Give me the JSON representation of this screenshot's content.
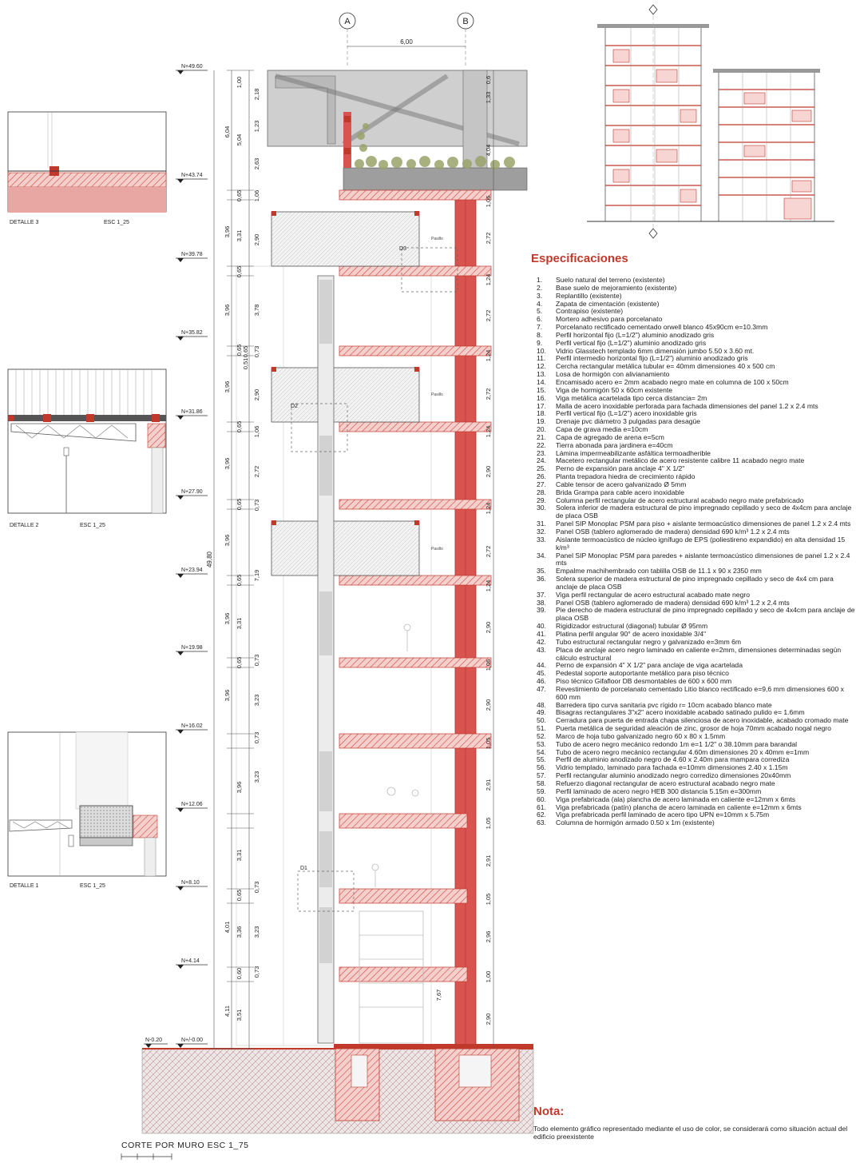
{
  "specs_title": "Especificaciones",
  "specs": [
    {
      "n": "1.",
      "t": "Suelo natural del terreno (existente)"
    },
    {
      "n": "2.",
      "t": "Base suelo de mejoramiento (existente)"
    },
    {
      "n": "3.",
      "t": "Replantillo (existente)"
    },
    {
      "n": "4.",
      "t": "Zapata de cimentación (existente)"
    },
    {
      "n": "5.",
      "t": "Contrapiso (existente)"
    },
    {
      "n": "6.",
      "t": "Mortero adhesivo para porcelanato"
    },
    {
      "n": "7.",
      "t": "Porcelanato rectificado cementado orwell blanco 45x90cm e=10.3mm"
    },
    {
      "n": "8.",
      "t": "Perfil horizontal fijo (L=1/2\") aluminio anodizado gris"
    },
    {
      "n": "9.",
      "t": "Perfil vertical fijo (L=1/2\") aluminio anodizado gris"
    },
    {
      "n": "10.",
      "t": "Vidrio Glasstech templado 6mm dimensión jumbo 5.50 x 3.60 mt."
    },
    {
      "n": "11.",
      "t": "Perfil intermedio horizontal fijo (L=1/2\") aluminio anodizado gris"
    },
    {
      "n": "12.",
      "t": "Cercha rectangular metálica tubular e= 40mm dimensiones 40 x 500 cm"
    },
    {
      "n": "13.",
      "t": "Losa de hormigón con alivianamiento"
    },
    {
      "n": "14.",
      "t": "Encamisado acero e= 2mm acabado negro mate en columna de 100 x 50cm"
    },
    {
      "n": "15.",
      "t": "Viga de hormigón 50 x 60cm existente"
    },
    {
      "n": "16.",
      "t": "Viga metálica acartelada tipo cerca distancia= 2m"
    },
    {
      "n": "17.",
      "t": "Malla de acero inoxidable perforada para fachada dimensiones del panel 1.2 x 2.4 mts"
    },
    {
      "n": "18.",
      "t": "Perfil vertical fijo (L=1/2\") acero inoxidable gris"
    },
    {
      "n": "19.",
      "t": "Drenaje pvc diámetro 3 pulgadas para desagüe"
    },
    {
      "n": "20.",
      "t": "Capa de grava media e=10cm"
    },
    {
      "n": "21.",
      "t": "Capa de agregado de arena e=5cm"
    },
    {
      "n": "22.",
      "t": "Tierra abonada para jardinera e=40cm"
    },
    {
      "n": "23.",
      "t": "Lámina impermeabilizante asfáltica termoadherible"
    },
    {
      "n": "24.",
      "t": "Macetero rectangular metálico de acero resistente calibre 11 acabado negro mate"
    },
    {
      "n": "25.",
      "t": "Perno de expansión para anclaje 4\" X 1/2\""
    },
    {
      "n": "26.",
      "t": "Planta trepadora hiedra de crecimiento rápido"
    },
    {
      "n": "27.",
      "t": "Cable tensor de acero galvanizado Ø 5mm"
    },
    {
      "n": "28.",
      "t": "Brida Grampa para cable acero inoxidable"
    },
    {
      "n": "29.",
      "t": "Columna perfil rectangular de acero estructural acabado negro mate prefabricado"
    },
    {
      "n": "30.",
      "t": "Solera inferior de madera estructural de pino impregnado cepillado y seco de 4x4cm para anclaje de placa OSB"
    },
    {
      "n": "31.",
      "t": "Panel SIP Monoplac PSM para piso + aislante termoacústico dimensiones de panel 1.2 x 2.4 mts"
    },
    {
      "n": "32.",
      "t": "Panel OSB (tablero aglomerado de madera) densidad 690 k/m³ 1.2 x 2.4 mts"
    },
    {
      "n": "33.",
      "t": "Aislante termoacústico de núcleo ignífugo de EPS (poliestireno expandido) en alta densidad 15 k/m³"
    },
    {
      "n": "34.",
      "t": "Panel SIP Monoplac PSM para paredes + aislante termoacústico dimensiones de panel 1.2 x 2.4 mts"
    },
    {
      "n": "35.",
      "t": "Empalme machihembrado con tablilla OSB de 11.1 x 90 x 2350 mm"
    },
    {
      "n": "36.",
      "t": "Solera superior de madera estructural de pino impregnado cepillado y seco de 4x4 cm para anclaje de placa OSB"
    },
    {
      "n": "37.",
      "t": "Viga perfil rectangular de acero estructural acabado mate negro"
    },
    {
      "n": "38.",
      "t": "Panel OSB (tablero aglomerado de madera) densidad 690 k/m³ 1.2 x 2.4 mts"
    },
    {
      "n": "39.",
      "t": "Pie derecho de madera estructural de pino impregnado cepillado y seco de 4x4cm para anclaje de placa OSB"
    },
    {
      "n": "40.",
      "t": "Rigidizador estructural (diagonal) tubular Ø 95mm"
    },
    {
      "n": "41.",
      "t": "Platina perfil angular 90° de acero inoxidable 3/4\""
    },
    {
      "n": "42.",
      "t": "Tubo estructural rectangular negro y galvanizado e=3mm 6m"
    },
    {
      "n": "43.",
      "t": "Placa de anclaje acero negro laminado en caliente e=2mm, dimensiones determinadas según cálculo estructural"
    },
    {
      "n": "44.",
      "t": "Perno de expansión 4\" X 1/2\" para anclaje de viga acartelada"
    },
    {
      "n": "45.",
      "t": "Pedestal soporte autoportante metálico para piso técnico"
    },
    {
      "n": "46.",
      "t": "Piso técnico Gifafloor DB desmontables de 600 x 600 mm"
    },
    {
      "n": "47.",
      "t": "Revestimiento de porcelanato cementado Litio blanco rectificado e=9,6 mm dimensiones 600 x 600 mm"
    },
    {
      "n": "48.",
      "t": "Barredera tipo curva sanitaria pvc rígido r= 10cm acabado blanco mate"
    },
    {
      "n": "49.",
      "t": "Bisagras rectangulares 3\"x2\" acero inoxidable acabado satinado pulido e= 1.6mm"
    },
    {
      "n": "50.",
      "t": "Cerradura para puerta de entrada chapa silenciosa de acero inoxidable, acabado cromado mate"
    },
    {
      "n": "51.",
      "t": "Puerta metálica de seguridad aleación de zinc, grosor de hoja 70mm acabado nogal negro"
    },
    {
      "n": "52.",
      "t": "Marco de hoja tubo galvanizado negro 60 x 80 x 1.5mm"
    },
    {
      "n": "53.",
      "t": "Tubo de acero negro mecánico redondo 1m e=1 1/2\" o 38.10mm para barandal"
    },
    {
      "n": "54.",
      "t": "Tubo de acero negro mecánico rectangular 4.60m dimensiones 20 x 40mm e=1mm"
    },
    {
      "n": "55.",
      "t": "Perfil de aluminio anodizado negro de 4.60 x 2.40m para mampara corrediza"
    },
    {
      "n": "56.",
      "t": "Vidrio templado, laminado para fachada e=10mm dimensiones 2.40 x 1.15m"
    },
    {
      "n": "57.",
      "t": "Perfil rectangular aluminio anodizado negro corredizo dimensiones 20x40mm"
    },
    {
      "n": "58.",
      "t": "Refuerzo diagonal rectangular de acero estructural acabado negro mate"
    },
    {
      "n": "59.",
      "t": "Perfil laminado de acero negro HEB 300 distancia 5.15m e=300mm"
    },
    {
      "n": "60.",
      "t": "Viga prefabricada (ala) plancha de acero laminada en caliente e=12mm x 6mts"
    },
    {
      "n": "61.",
      "t": "Viga prefabricada (patín) plancha de acero laminada en caliente e=12mm x 6mts"
    },
    {
      "n": "62.",
      "t": "Viga prefabricada perfil laminado de acero tipo UPN e=10mm x 5.75m"
    },
    {
      "n": "63.",
      "t": "Columna de hormigón armado 0.50 x 1m (existente)"
    }
  ],
  "note_title": "Nota:",
  "note_text": "Todo elemento gráfico representado mediante el uso de color, se considerará como situación actual del edificio preexistente",
  "main_title": "CORTE POR MURO ESC 1_75",
  "axes": {
    "a": "A",
    "b": "B",
    "span": "6,00"
  },
  "levels": [
    "N+49.60",
    "N+43.74",
    "N+39.78",
    "N+35.82",
    "N+31.86",
    "N+27.90",
    "N+23.94",
    "N+19.98",
    "N+16.02",
    "N+12.06",
    "N+8.10",
    "N+4.14",
    "N+/-0.00",
    "N-0.20"
  ],
  "total_height": "49,80",
  "dims_outer": [
    "1,00",
    "6,04",
    "0,65",
    "3,96",
    "0,65",
    "3,96",
    "0,65",
    "3,96",
    "0,65",
    "3,96",
    "0,65",
    "3,96",
    "0,65",
    "3,96",
    "0,65",
    "3,96",
    "4,01",
    "4,11"
  ],
  "dims_inner": [
    "2,18",
    "5,04",
    "1,23",
    "2,63",
    "1,06",
    "3,31",
    "2,90",
    "0,65",
    "3,78",
    "0,73",
    "0,51",
    "2,90",
    "1,06",
    "2,72",
    "0,73",
    "7,19",
    "3,31",
    "0,73",
    "3,23",
    "3,96",
    "0,73",
    "3,31",
    "3,23",
    "0,65",
    "0,73",
    "3,36",
    "3,23",
    "0,60",
    "0,73",
    "3,51"
  ],
  "dims_right": [
    "1,33",
    "0,6",
    "4,04",
    "1,06",
    "2,72",
    "1,24",
    "2,72",
    "1,24",
    "2,72",
    "1,24",
    "2,90",
    "1,24",
    "2,72",
    "1,24",
    "2,90",
    "1,06",
    "2,90",
    "1,05",
    "2,91",
    "1,05",
    "2,91",
    "1,05",
    "2,96",
    "1,00",
    "7,67",
    "2,90"
  ],
  "floor_labels": [
    "Pasillo",
    "Pasillo",
    "Pasillo"
  ],
  "details": [
    {
      "name": "DETALLE 3",
      "scale": "ESC 1_25"
    },
    {
      "name": "DETALLE 2",
      "scale": "ESC 1_25"
    },
    {
      "name": "DETALLE 1",
      "scale": "ESC 1_25"
    }
  ],
  "detail_tags": [
    "D3",
    "D2",
    "D1"
  ],
  "colors": {
    "accent": "#c0392b",
    "structure_red": "#d9534f",
    "hatch_red": "#e8a4a0",
    "concrete": "#c8c8c8",
    "ground": "#e6dede"
  }
}
